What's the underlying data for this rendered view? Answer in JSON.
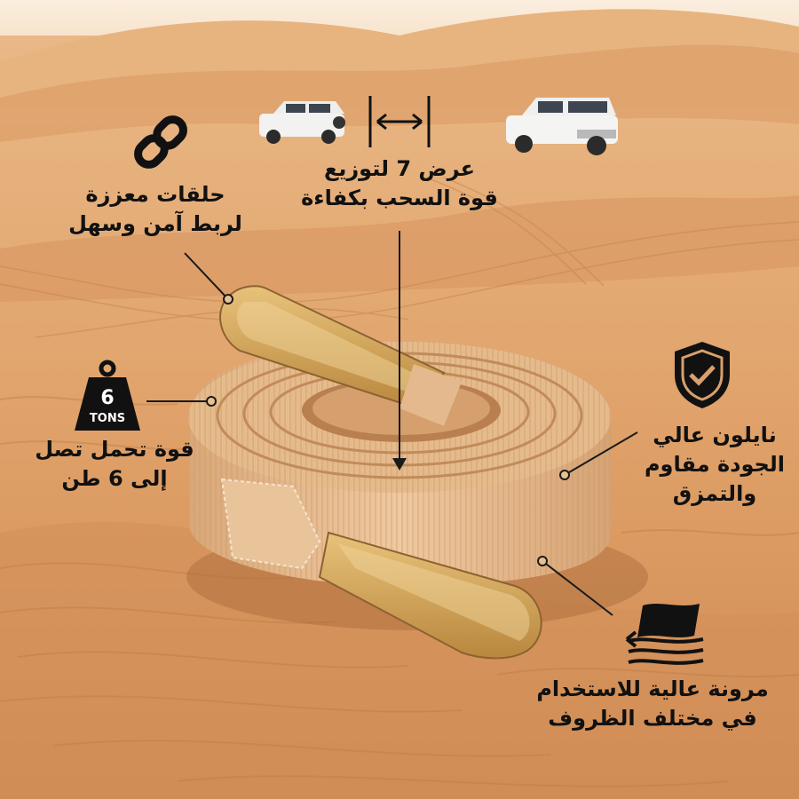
{
  "image": {
    "description_colors": {
      "sky": "#f6e3cf",
      "sand_light": "#e9b886",
      "sand_mid": "#d99a63",
      "sand_dark": "#b46f3d",
      "strap": "#e3b98d",
      "strap_shadow": "#b98554",
      "loop_leather": "#d2a55a",
      "text": "#111111"
    }
  },
  "icons": {
    "link": "link-chain-icon",
    "weight": "weight-6-tons-icon",
    "shield": "shield-check-icon",
    "fabric": "fabric-layers-icon",
    "width": "width-arrows-icon"
  },
  "features": {
    "width": {
      "line1": "عرض 7 لتوزيع",
      "line2": "قوة السحب بكفاءة"
    },
    "loops": {
      "line1": "حلقات معززة",
      "line2": "لربط آمن وسهل"
    },
    "capacity": {
      "badge_number": "6",
      "badge_unit": "TONS",
      "line1": "قوة تحمل تصل",
      "line2": "إلى 6 طن"
    },
    "nylon": {
      "line1": "نايلون عالي",
      "line2": "الجودة مقاوم",
      "line3": "والتمزق"
    },
    "flexibility": {
      "line1": "مرونة عالية للاستخدام",
      "line2": "في مختلف الظروف"
    }
  }
}
